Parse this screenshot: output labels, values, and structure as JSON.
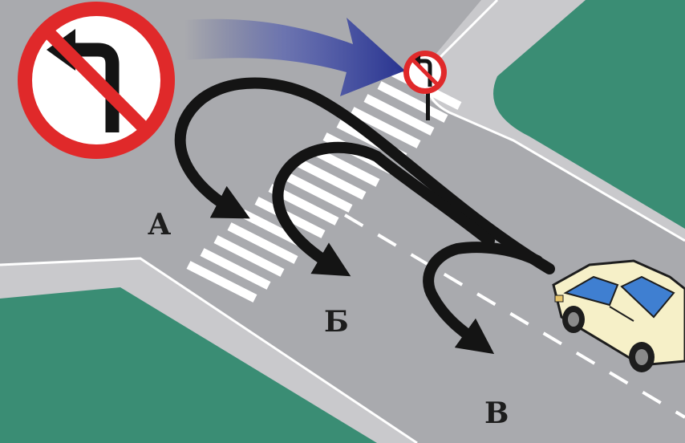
{
  "routes": {
    "a": "А",
    "b": "Б",
    "v": "В"
  },
  "colors": {
    "road": "#a9aaae",
    "grass": "#3a8d74",
    "sidewalk": "#c9c9cc",
    "sign_red": "#e0292a",
    "arrow": "#141414",
    "indicator_arrow": "#28338f",
    "car_body": "#f6f0c8",
    "car_glass": "#3f7fd1"
  },
  "icons": {
    "large_sign": "no-left-turn-sign-icon",
    "small_sign": "no-left-turn-sign-icon",
    "indicator": "pointer-arrow-icon",
    "car": "car-icon"
  }
}
